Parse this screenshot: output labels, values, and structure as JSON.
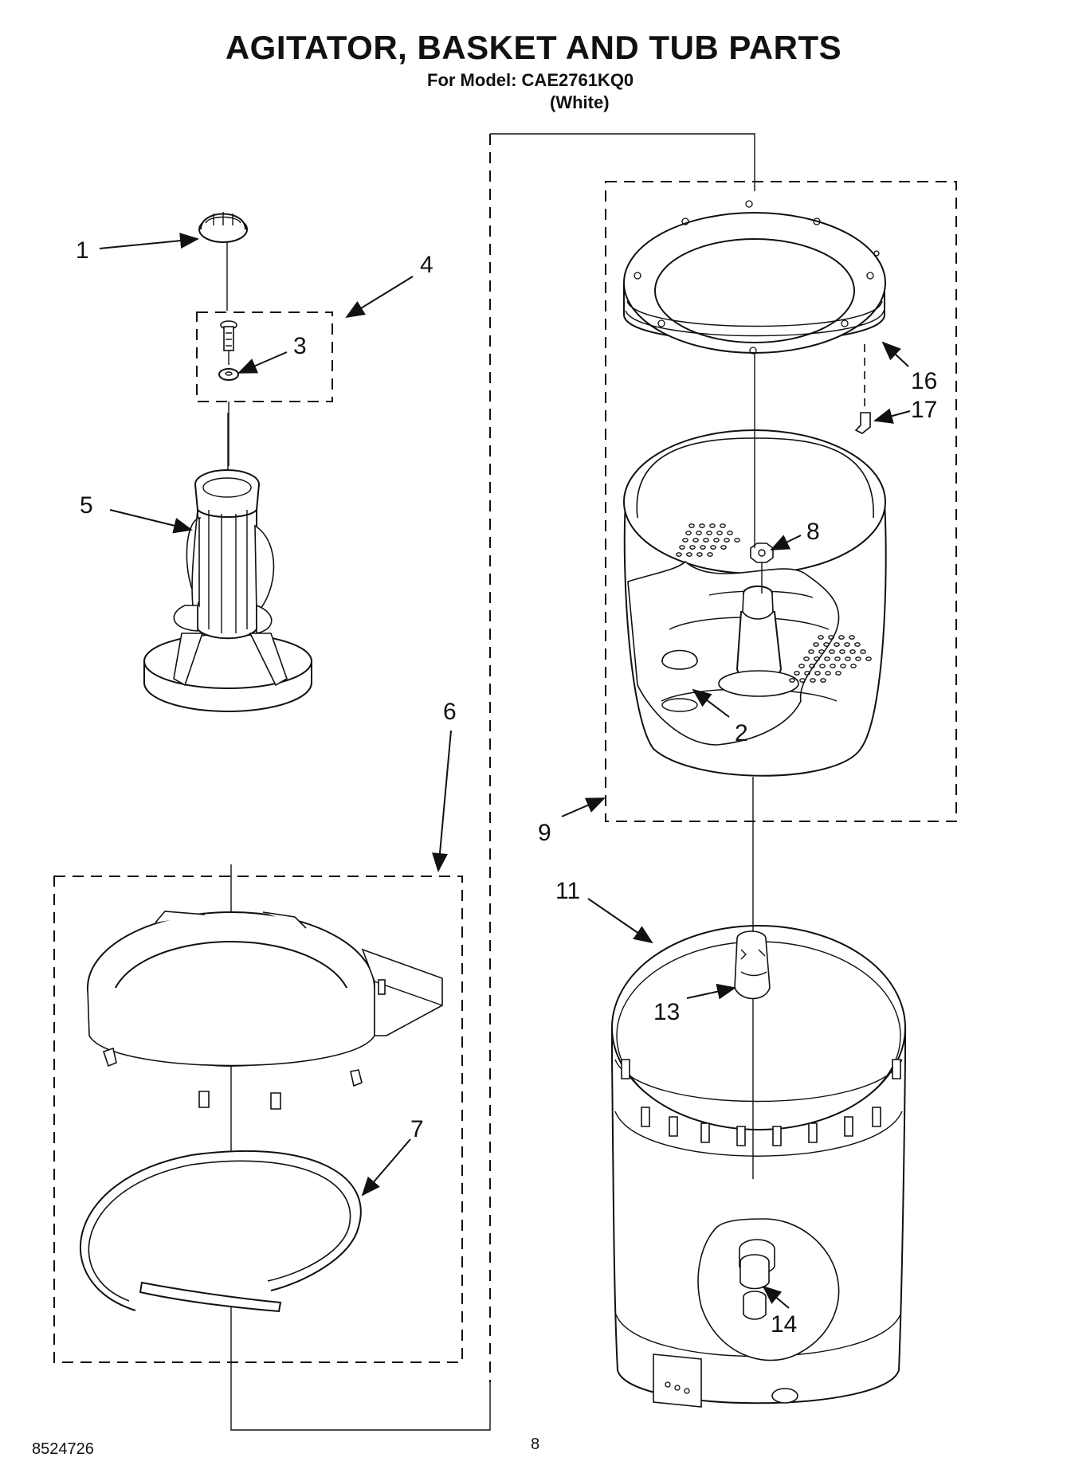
{
  "header": {
    "title": "AGITATOR, BASKET AND TUB PARTS",
    "model_line": "For Model: CAE2761KQ0",
    "color_line": "(White)"
  },
  "footer": {
    "doc_number": "8524726",
    "page_number": "8"
  },
  "callouts": {
    "c1": "1",
    "c2": "2",
    "c3": "3",
    "c4": "4",
    "c5": "5",
    "c6": "6",
    "c7": "7",
    "c8": "8",
    "c9": "9",
    "c11": "11",
    "c13": "13",
    "c14": "14",
    "c16": "16",
    "c17": "17"
  }
}
